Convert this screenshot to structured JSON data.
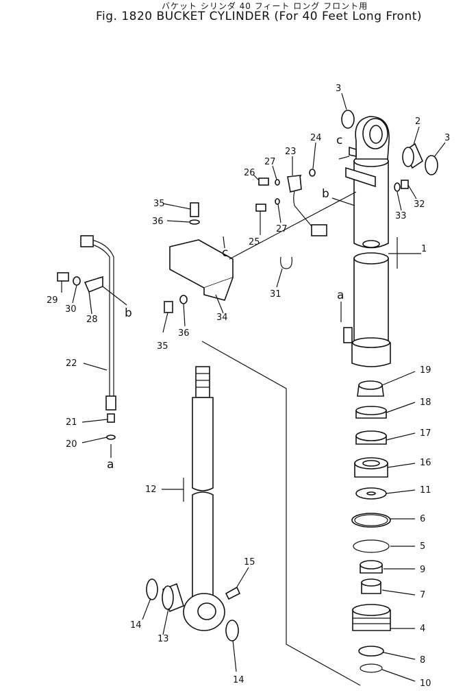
{
  "figure": {
    "japanese_title": "バケット シリンダ 40 フィート ロング フロント用",
    "title": "Fig. 1820   BUCKET CYLINDER (For 40 Feet Long Front)"
  },
  "callouts": [
    {
      "id": "c1",
      "text": "1"
    },
    {
      "id": "c2",
      "text": "2"
    },
    {
      "id": "c3a",
      "text": "3"
    },
    {
      "id": "c3b",
      "text": "3"
    },
    {
      "id": "c4",
      "text": "4"
    },
    {
      "id": "c5",
      "text": "5"
    },
    {
      "id": "c6",
      "text": "6"
    },
    {
      "id": "c7",
      "text": "7"
    },
    {
      "id": "c8",
      "text": "8"
    },
    {
      "id": "c9",
      "text": "9"
    },
    {
      "id": "c10",
      "text": "10"
    },
    {
      "id": "c11",
      "text": "11"
    },
    {
      "id": "c12",
      "text": "12"
    },
    {
      "id": "c13",
      "text": "13"
    },
    {
      "id": "c14a",
      "text": "14"
    },
    {
      "id": "c14b",
      "text": "14"
    },
    {
      "id": "c15",
      "text": "15"
    },
    {
      "id": "c16",
      "text": "16"
    },
    {
      "id": "c17",
      "text": "17"
    },
    {
      "id": "c18",
      "text": "18"
    },
    {
      "id": "c19",
      "text": "19"
    },
    {
      "id": "c20",
      "text": "20"
    },
    {
      "id": "c21",
      "text": "21"
    },
    {
      "id": "c22",
      "text": "22"
    },
    {
      "id": "c23",
      "text": "23"
    },
    {
      "id": "c24",
      "text": "24"
    },
    {
      "id": "c25",
      "text": "25"
    },
    {
      "id": "c26",
      "text": "26"
    },
    {
      "id": "c27a",
      "text": "27"
    },
    {
      "id": "c27b",
      "text": "27"
    },
    {
      "id": "c28",
      "text": "28"
    },
    {
      "id": "c29",
      "text": "29"
    },
    {
      "id": "c30",
      "text": "30"
    },
    {
      "id": "c31",
      "text": "31"
    },
    {
      "id": "c32",
      "text": "32"
    },
    {
      "id": "c33",
      "text": "33"
    },
    {
      "id": "c34",
      "text": "34"
    },
    {
      "id": "c35a",
      "text": "35"
    },
    {
      "id": "c35b",
      "text": "35"
    },
    {
      "id": "c36a",
      "text": "36"
    },
    {
      "id": "c36b",
      "text": "36"
    }
  ],
  "connection_letters": [
    {
      "id": "la1",
      "text": "a"
    },
    {
      "id": "la2",
      "text": "a"
    },
    {
      "id": "lb1",
      "text": "b"
    },
    {
      "id": "lb2",
      "text": "b"
    },
    {
      "id": "lc1",
      "text": "c"
    },
    {
      "id": "lc2",
      "text": "c"
    }
  ]
}
